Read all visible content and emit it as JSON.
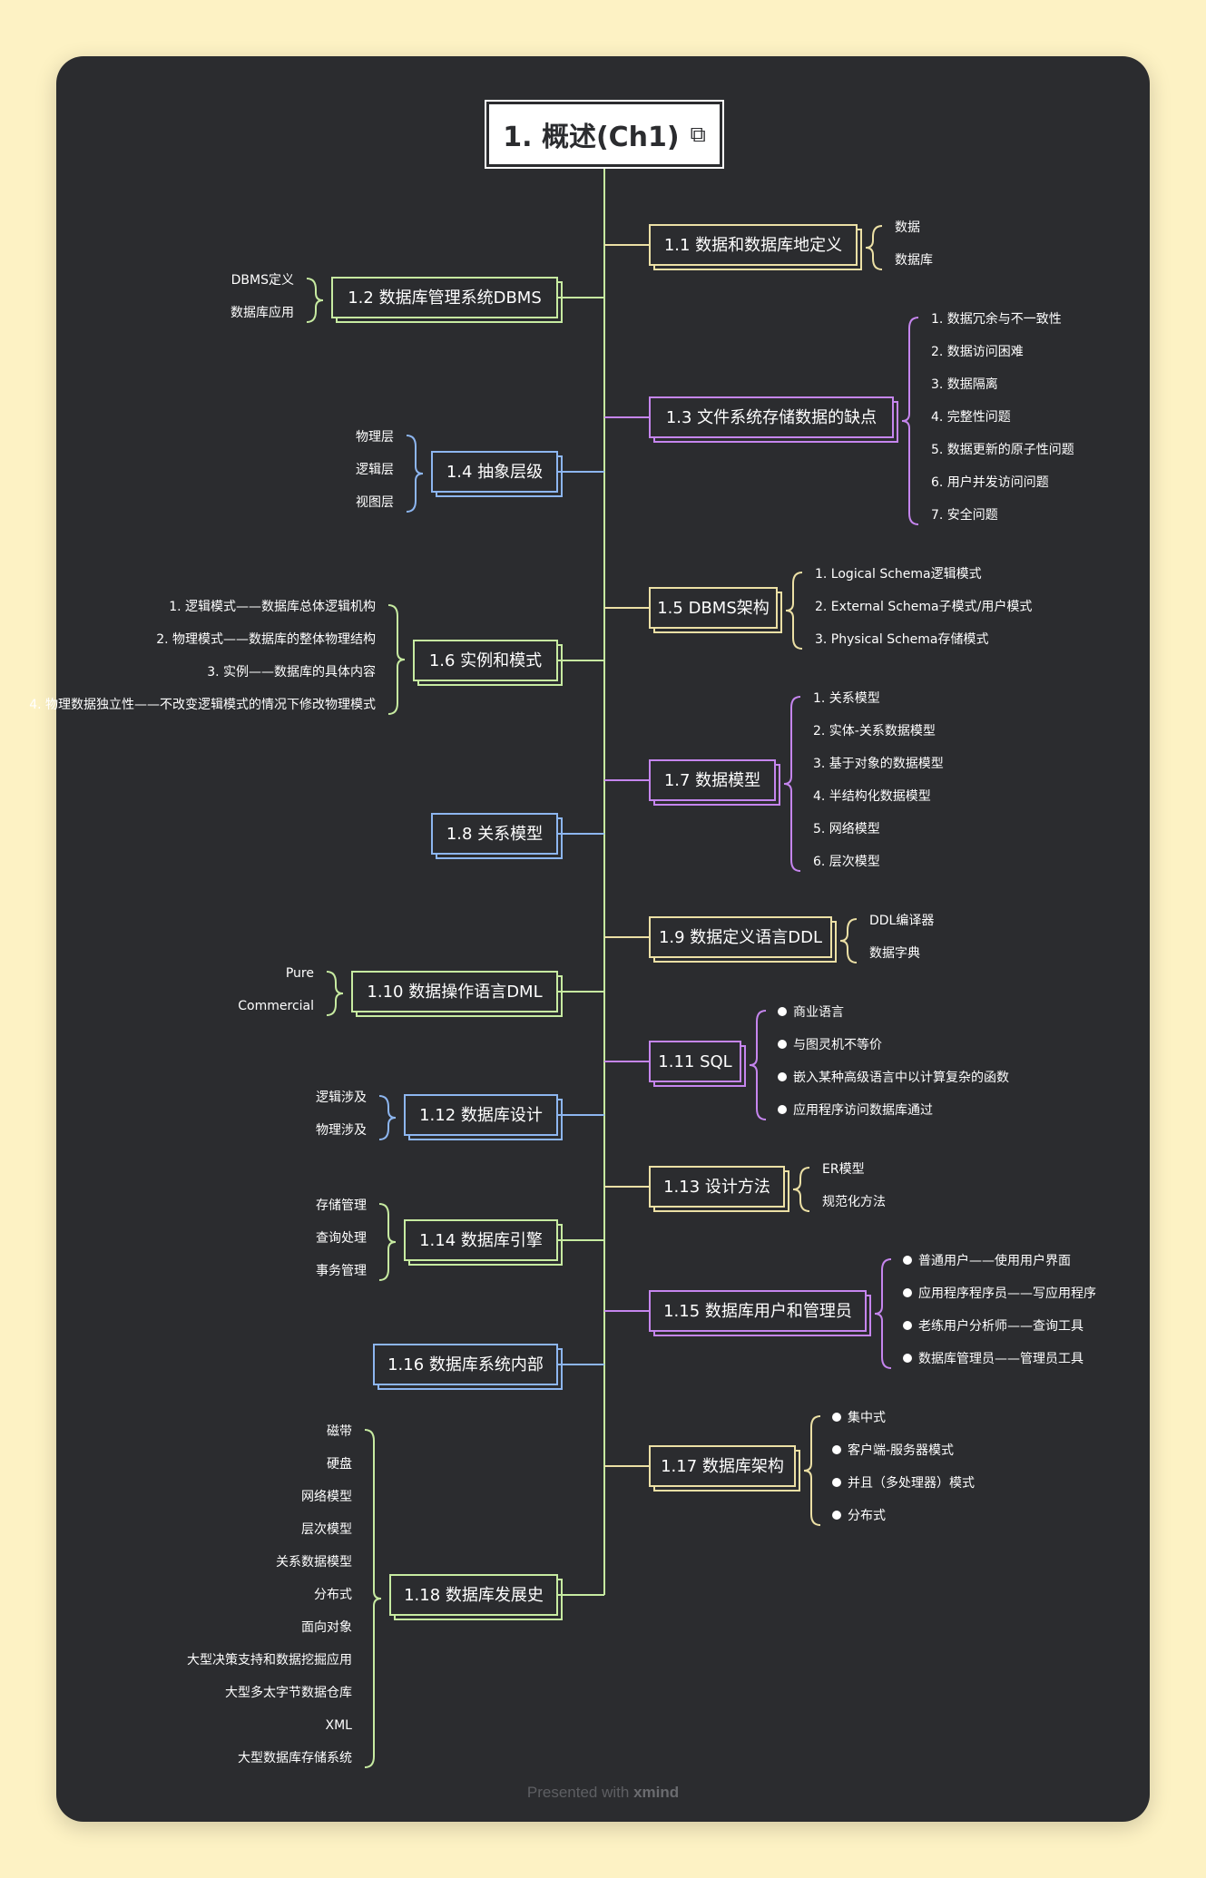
{
  "root": {
    "title": "1. 概述(Ch1)",
    "icon": "link-icon"
  },
  "footer": {
    "prefix": "Presented with ",
    "brand": "xmind"
  },
  "colors": {
    "yellow": "#ece0a5",
    "green": "#c7eba1",
    "purple": "#c585ee",
    "blue": "#8db6f0"
  },
  "topics": [
    {
      "label": "1.1 数据和数据库地定义",
      "side": "right",
      "color": "yellow",
      "children": [
        "数据",
        "数据库"
      ]
    },
    {
      "label": "1.2 数据库管理系统DBMS",
      "side": "left",
      "color": "green",
      "children": [
        "DBMS定义",
        "数据库应用"
      ]
    },
    {
      "label": "1.3 文件系统存储数据的缺点",
      "side": "right",
      "color": "purple",
      "children": [
        "1. 数据冗余与不一致性",
        "2. 数据访问困难",
        "3. 数据隔离",
        "4. 完整性问题",
        "5. 数据更新的原子性问题",
        "6. 用户并发访问问题",
        "7. 安全问题"
      ]
    },
    {
      "label": "1.4 抽象层级",
      "side": "left",
      "color": "blue",
      "children": [
        "物理层",
        "逻辑层",
        "视图层"
      ]
    },
    {
      "label": "1.5 DBMS架构",
      "side": "right",
      "color": "yellow",
      "children": [
        "1. Logical Schema逻辑模式",
        "2. External Schema子模式/用户模式",
        "3. Physical Schema存储模式"
      ]
    },
    {
      "label": "1.6 实例和模式",
      "side": "left",
      "color": "green",
      "children": [
        "1. 逻辑模式——数据库总体逻辑机构",
        "2. 物理模式——数据库的整体物理结构",
        "3. 实例——数据库的具体内容",
        "4. 物理数据独立性——不改变逻辑模式的情况下修改物理模式"
      ]
    },
    {
      "label": "1.7 数据模型",
      "side": "right",
      "color": "purple",
      "children": [
        "1. 关系模型",
        "2. 实体-关系数据模型",
        "3. 基于对象的数据模型",
        "4. 半结构化数据模型",
        "5. 网络模型",
        "6. 层次模型"
      ]
    },
    {
      "label": "1.8 关系模型",
      "side": "left",
      "color": "blue",
      "children": []
    },
    {
      "label": "1.9 数据定义语言DDL",
      "side": "right",
      "color": "yellow",
      "children": [
        "DDL编译器",
        "数据字典"
      ]
    },
    {
      "label": "1.10 数据操作语言DML",
      "side": "left",
      "color": "green",
      "children": [
        "Pure",
        "Commercial"
      ]
    },
    {
      "label": "1.11 SQL",
      "side": "right",
      "color": "purple",
      "children": [
        "商业语言",
        "与图灵机不等价",
        "嵌入某种高级语言中以计算复杂的函数",
        "应用程序访问数据库通过"
      ]
    },
    {
      "label": "1.12 数据库设计",
      "side": "left",
      "color": "blue",
      "children": [
        "逻辑涉及",
        "物理涉及"
      ]
    },
    {
      "label": "1.13 设计方法",
      "side": "right",
      "color": "yellow",
      "children": [
        "ER模型",
        "规范化方法"
      ]
    },
    {
      "label": "1.14 数据库引擎",
      "side": "left",
      "color": "green",
      "children": [
        "存储管理",
        "查询处理",
        "事务管理"
      ]
    },
    {
      "label": "1.15 数据库用户和管理员",
      "side": "right",
      "color": "purple",
      "children": [
        "普通用户——使用用户界面",
        "应用程序程序员——写应用程序",
        "老练用户分析师——查询工具",
        "数据库管理员——管理员工具"
      ]
    },
    {
      "label": "1.16 数据库系统内部",
      "side": "left",
      "color": "blue",
      "children": []
    },
    {
      "label": "1.17 数据库架构",
      "side": "right",
      "color": "yellow",
      "children": [
        "集中式",
        "客户端-服务器模式",
        "并且（多处理器）模式",
        "分布式"
      ]
    },
    {
      "label": "1.18 数据库发展史",
      "side": "left",
      "color": "green",
      "children": [
        "磁带",
        "硬盘",
        "网络模型",
        "层次模型",
        "关系数据模型",
        "分布式",
        "面向对象",
        "大型决策支持和数据挖掘应用",
        "大型多太字节数据仓库",
        "XML",
        "大型数据库存储系统"
      ]
    }
  ]
}
